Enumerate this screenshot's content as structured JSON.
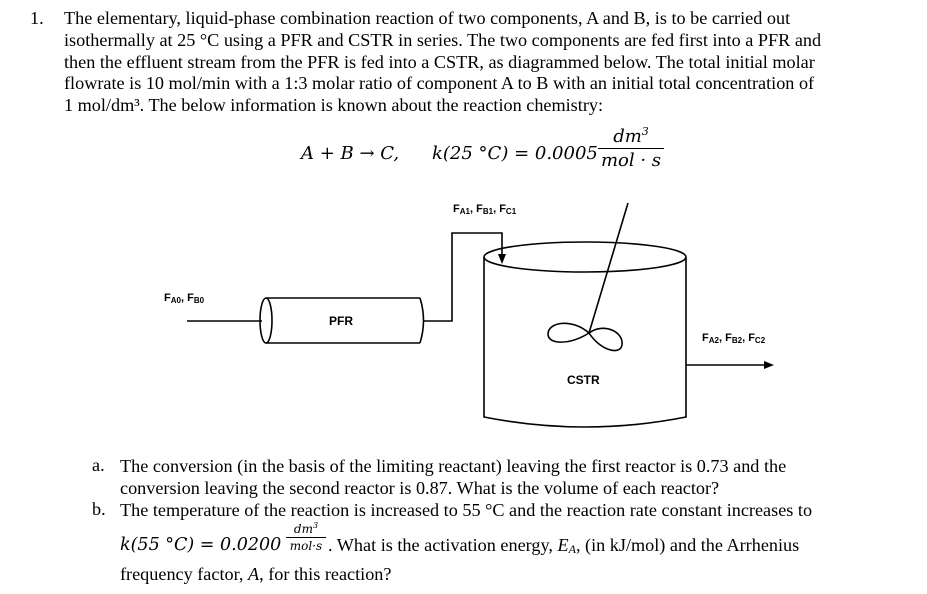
{
  "question": {
    "number": "1.",
    "lines": [
      "The elementary, liquid-phase combination reaction of two components, A and B, is to be carried out",
      "isothermally at 25 °C using a PFR and CSTR in series.  The two components are fed first into a PFR and",
      "then the effluent stream from the PFR is fed into a CSTR, as diagrammed below.  The total initial molar",
      "flowrate is 10 mol/min with a 1:3 molar ratio of component A to B with an initial total concentration of",
      "1 mol/dm³.  The below information is known about the reaction chemistry:"
    ]
  },
  "equation": {
    "reaction": "A + B → C,",
    "rate_lhs": "k(25 °C) = 0.0005",
    "unit_num": "dm",
    "unit_num_sup": "3",
    "unit_den": "mol · s"
  },
  "diagram": {
    "feed_label": {
      "main1": "F",
      "sub1": "A0",
      "sep": ", ",
      "main2": "F",
      "sub2": "B0"
    },
    "pfr_label": "PFR",
    "mid_label": {
      "main1": "F",
      "sub1": "A1",
      "main2": "F",
      "sub2": "B1",
      "main3": "F",
      "sub3": "C1"
    },
    "cstr_label": "CSTR",
    "out_label": {
      "main1": "F",
      "sub1": "A2",
      "main2": "F",
      "sub2": "B2",
      "main3": "F",
      "sub3": "C2"
    }
  },
  "parts": {
    "a": {
      "letter": "a.",
      "line1": "The conversion (in the basis of the limiting reactant) leaving the first reactor is 0.73 and the",
      "line2": "conversion leaving the second reactor is 0.87.  What is the volume of each reactor?"
    },
    "b": {
      "letter": "b.",
      "line1": "The temperature of the reaction is increased to 55 °C and the reaction rate constant increases to",
      "k_expr": "k(55 °C) = 0.0200",
      "unit_num": "dm",
      "unit_num_sup": "3",
      "unit_den": "mol·s",
      "dot": ".",
      "line2_text": "What is the activation energy, ",
      "ea_symbol": "E",
      "ea_sub": "A",
      "line2_tail": ", (in kJ/mol) and the Arrhenius",
      "line3_pre": "frequency factor, ",
      "a_symbol": "A",
      "line3_tail": ", for this reaction?"
    }
  }
}
